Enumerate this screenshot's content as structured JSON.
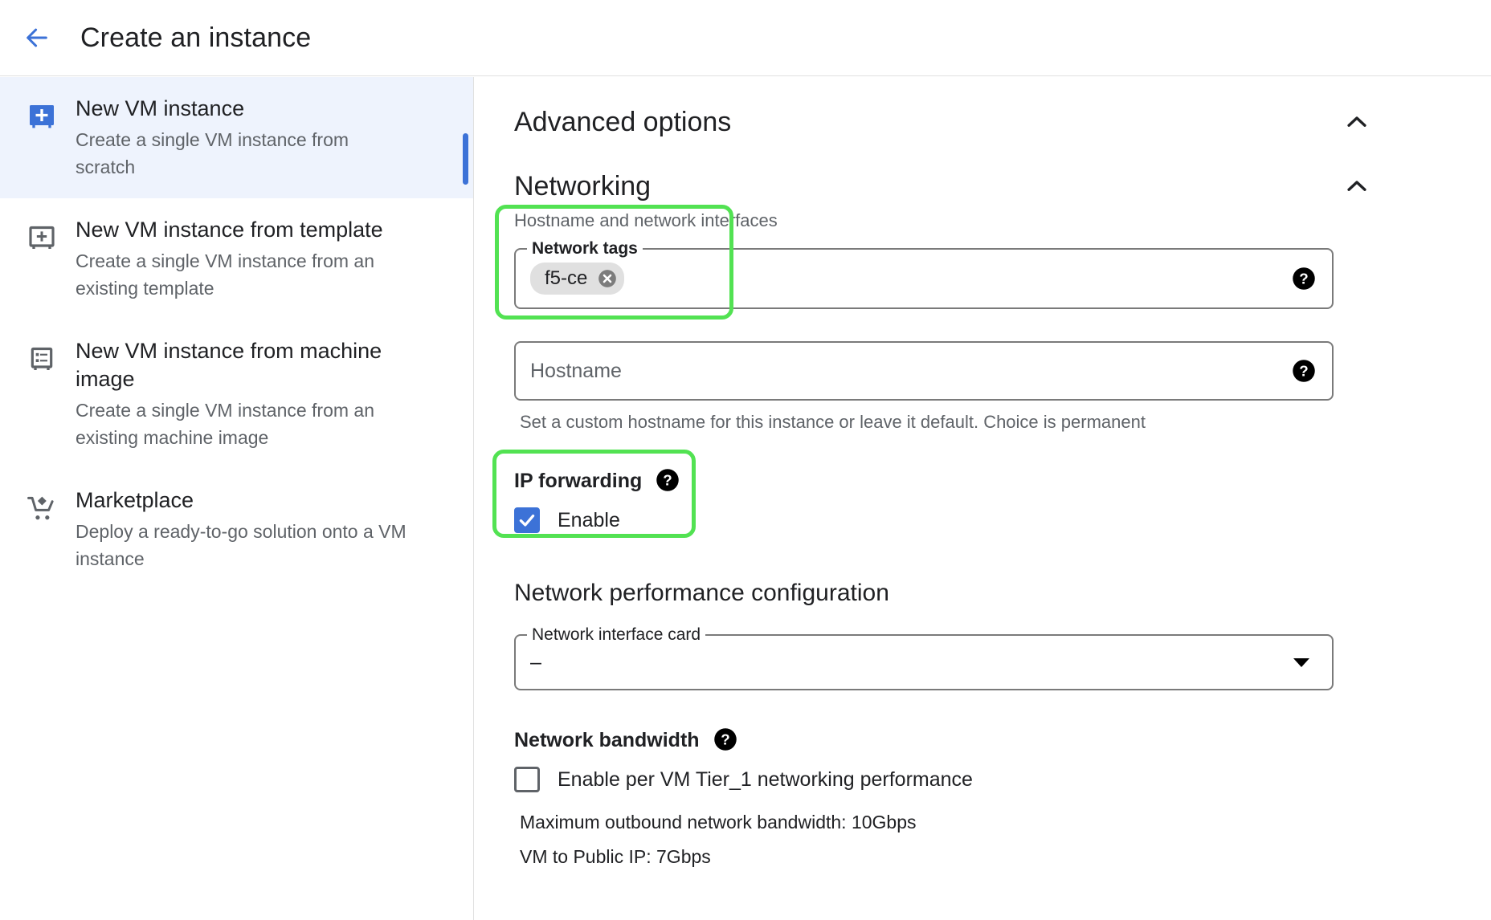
{
  "header": {
    "back_icon": "arrow-left-icon",
    "title": "Create an instance"
  },
  "sidebar": {
    "items": [
      {
        "icon": "vm-instance-add-filled-icon",
        "title": "New VM instance",
        "desc": "Create a single VM instance from scratch",
        "active": true
      },
      {
        "icon": "vm-instance-template-icon",
        "title": "New VM instance from template",
        "desc": "Create a single VM instance from an existing template",
        "active": false
      },
      {
        "icon": "machine-image-icon",
        "title": "New VM instance from machine image",
        "desc": "Create a single VM instance from an existing machine image",
        "active": false
      },
      {
        "icon": "marketplace-cart-icon",
        "title": "Marketplace",
        "desc": "Deploy a ready-to-go solution onto a VM instance",
        "active": false
      }
    ]
  },
  "main": {
    "advanced_options": {
      "title": "Advanced options",
      "collapse_icon": "chevron-up-icon"
    },
    "networking": {
      "title": "Networking",
      "collapse_icon": "chevron-up-icon",
      "subtitle": "Hostname and network interfaces",
      "network_tags": {
        "label": "Network tags",
        "chips": [
          {
            "text": "f5-ce",
            "remove_icon": "close-circle-icon"
          }
        ],
        "help_icon": "help-circle-icon"
      },
      "hostname": {
        "placeholder": "Hostname",
        "value": "",
        "help_icon": "help-circle-icon",
        "helper_text": "Set a custom hostname for this instance or leave it default. Choice is permanent"
      },
      "ip_forwarding": {
        "label": "IP forwarding",
        "help_icon": "help-circle-icon",
        "checkbox_label": "Enable",
        "checked": true
      },
      "performance": {
        "title": "Network performance configuration",
        "nic": {
          "label": "Network interface card",
          "value": "–",
          "caret_icon": "caret-down-icon"
        },
        "bandwidth": {
          "label": "Network bandwidth",
          "help_icon": "help-circle-icon",
          "checkbox_label": "Enable per VM Tier_1 networking performance",
          "checked": false,
          "info_lines": [
            "Maximum outbound network bandwidth: 10Gbps",
            "VM to Public IP: 7Gbps"
          ]
        }
      }
    }
  },
  "annotations": {
    "highlight_color": "#52e252",
    "boxes": [
      {
        "name": "network-tags-highlight"
      },
      {
        "name": "ip-forwarding-highlight"
      }
    ]
  },
  "colors": {
    "accent_blue": "#3c72d7",
    "active_row_bg": "#eef3fd",
    "muted_text": "#5f6368"
  }
}
